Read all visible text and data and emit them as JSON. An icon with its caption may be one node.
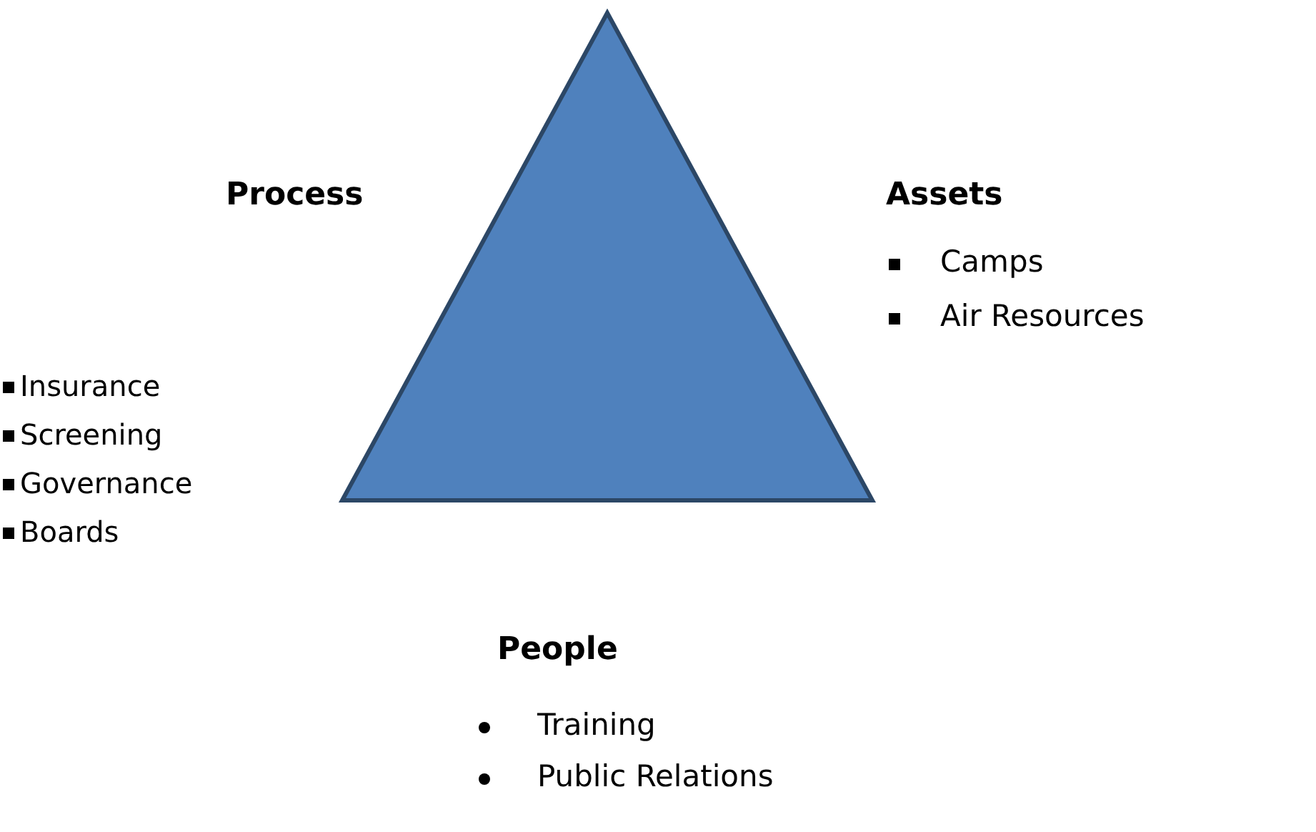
{
  "diagram": {
    "nodes": [
      {
        "text": [],
        "shape": "triangle"
      }
    ],
    "labels": [
      "Process",
      "Assets",
      "Camps",
      "Air Resources",
      "Insurance",
      "Screening",
      "Governance",
      "Boards",
      "People",
      "Training",
      "Public Relations"
    ]
  }
}
